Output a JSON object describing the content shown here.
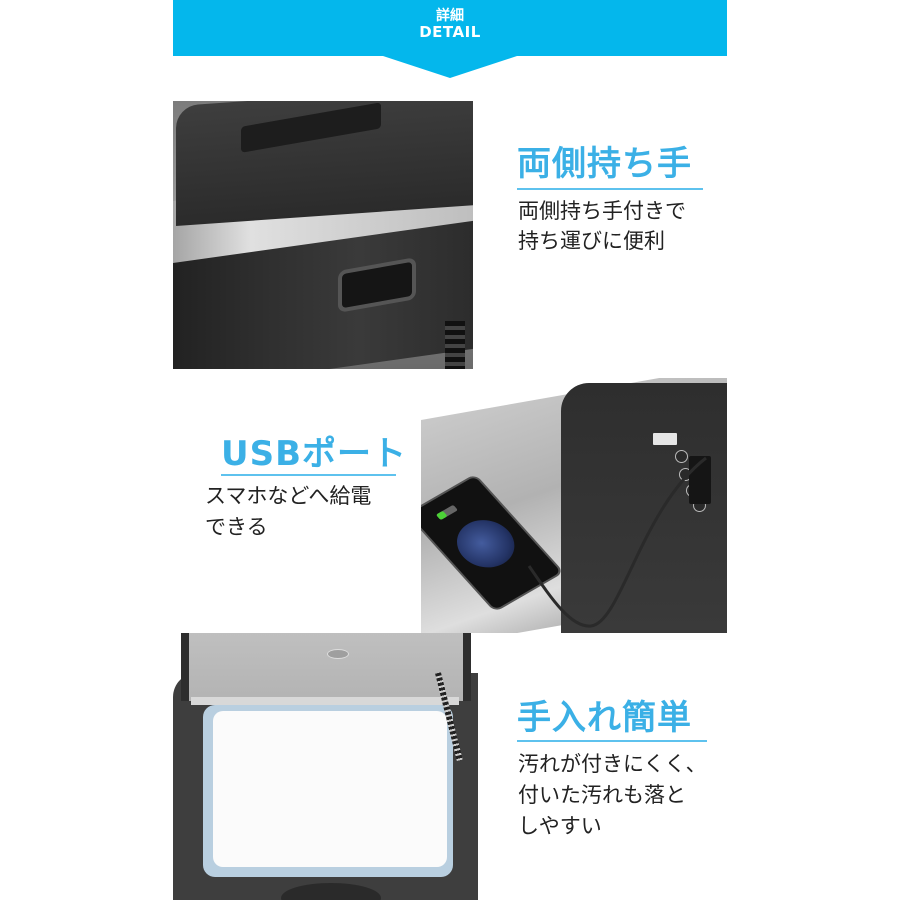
{
  "banner": {
    "title_jp": "詳細",
    "title_en": "DETAIL",
    "color": "#04b7ec"
  },
  "features": [
    {
      "title": "両側持ち手",
      "description_lines": [
        "両側持ち手付きで",
        "持ち運びに便利"
      ],
      "image": "cooler-side-handle-photo"
    },
    {
      "title": "USBポート",
      "description_lines": [
        "スマホなどへ給電",
        "できる"
      ],
      "image": "cooler-usb-charging-phone-photo"
    },
    {
      "title": "手入れ簡単",
      "description_lines": [
        "汚れが付きにくく、",
        "付いた汚れも落と",
        "しやすい"
      ],
      "image": "cooler-open-interior-photo"
    }
  ],
  "colors": {
    "accent": "#3bb0e6",
    "underline": "#5ec2ee",
    "body_text": "#222222"
  }
}
